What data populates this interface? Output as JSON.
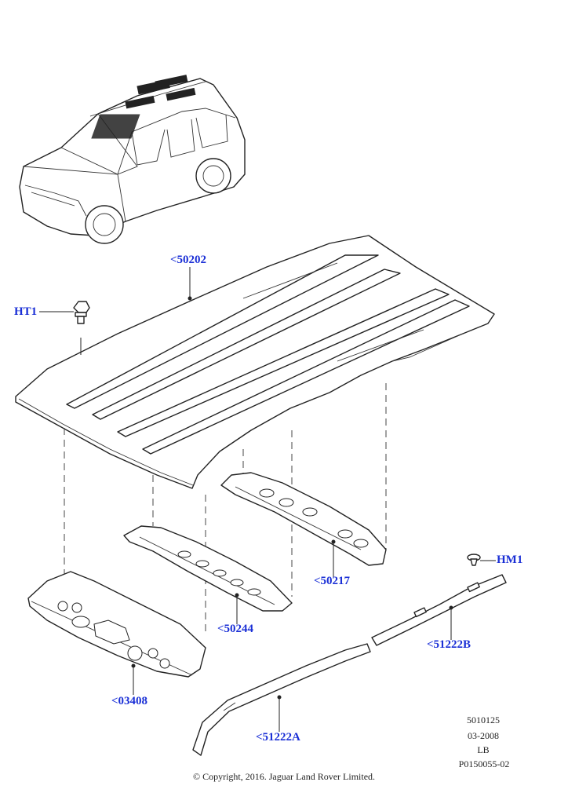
{
  "callouts": {
    "roof_panel": "<50202",
    "bolt": "HT1",
    "rear_bow": "<50217",
    "middle_bow": "<50244",
    "front_header": "<03408",
    "clip": "HM1",
    "rail_rear": "<51222B",
    "rail_front": "<51222A"
  },
  "meta": {
    "code": "5010125",
    "date": "03-2008",
    "market": "LB",
    "ref": "P0150055-02"
  },
  "copyright": "© Copyright, 2016. Jaguar Land Rover Limited."
}
